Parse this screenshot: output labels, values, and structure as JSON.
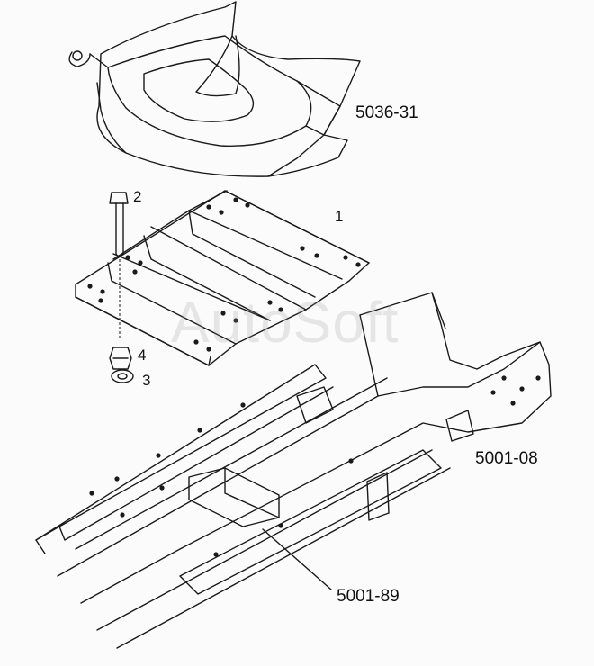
{
  "labels": {
    "fifth_wheel": "5036-31",
    "mounting_plate": "1",
    "bolt": "2",
    "washer": "3",
    "nut": "4",
    "frame": "5001-08",
    "crossmember": "5001-89"
  },
  "watermark": "AutoSoft"
}
